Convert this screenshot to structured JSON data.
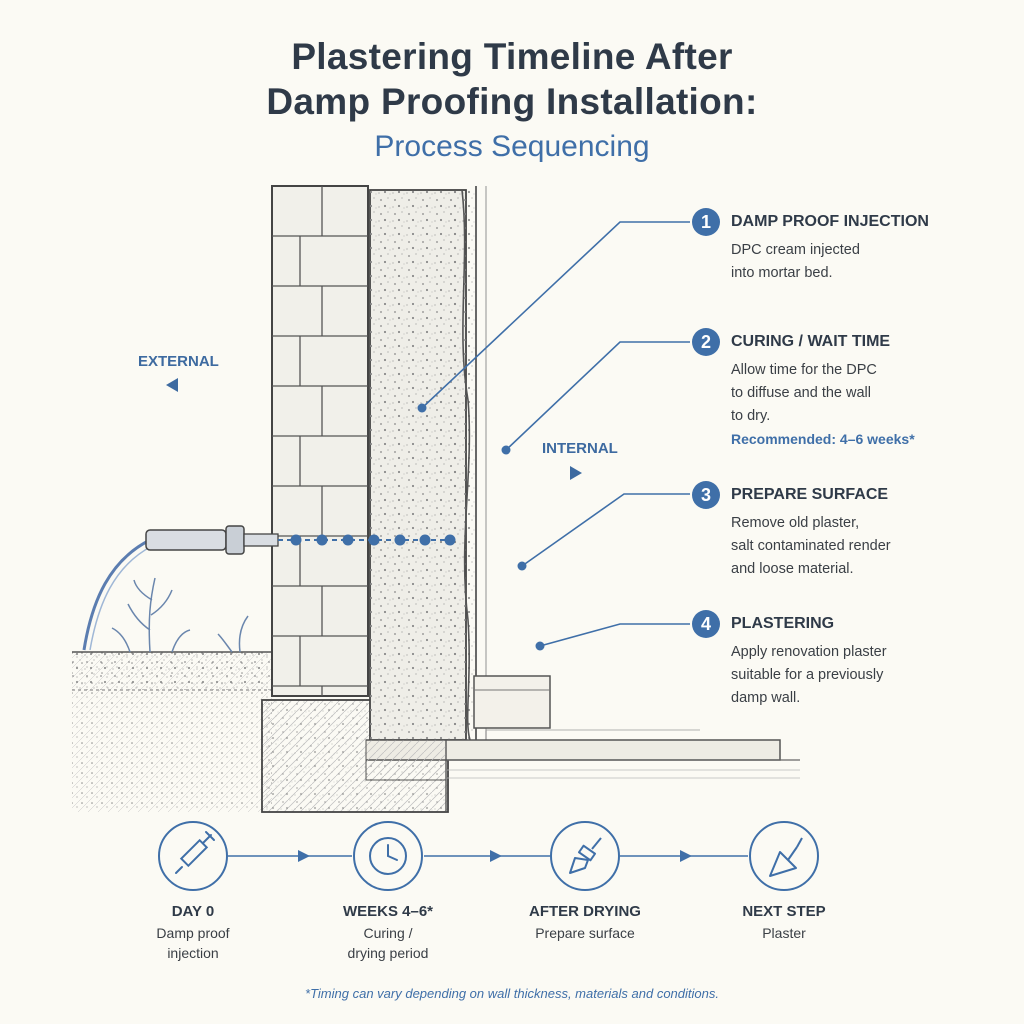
{
  "title": {
    "line1": "Plastering Timeline After",
    "line2": "Damp Proofing Installation:",
    "subtitle": "Process Sequencing"
  },
  "labels": {
    "external": "EXTERNAL",
    "internal": "INTERNAL"
  },
  "steps": [
    {
      "number": "1",
      "title": "DAMP PROOF INJECTION",
      "lines": [
        "DPC cream injected",
        "into mortar bed."
      ]
    },
    {
      "number": "2",
      "title": "CURING / WAIT TIME",
      "lines": [
        "Allow time for the DPC",
        "to diffuse and the wall",
        "to dry."
      ],
      "note": "Recommended: 4–6 weeks*"
    },
    {
      "number": "3",
      "title": "PREPARE SURFACE",
      "lines": [
        "Remove old plaster,",
        "salt contaminated render",
        "and loose material."
      ]
    },
    {
      "number": "4",
      "title": "PLASTERING",
      "lines": [
        "Apply renovation plaster",
        "suitable for a previously",
        "damp wall."
      ]
    }
  ],
  "timeline": [
    {
      "icon": "syringe-icon",
      "label": "DAY 0",
      "lines": [
        "Damp proof",
        "injection"
      ]
    },
    {
      "icon": "clock-icon",
      "label": "WEEKS 4–6*",
      "lines": [
        "Curing /",
        "drying period"
      ]
    },
    {
      "icon": "paintbrush-icon",
      "label": "AFTER DRYING",
      "lines": [
        "Prepare surface"
      ]
    },
    {
      "icon": "trowel-icon",
      "label": "NEXT STEP",
      "lines": [
        "Plaster"
      ]
    }
  ],
  "footnote": "*Timing can vary depending on wall thickness, materials and conditions.",
  "colors": {
    "accent": "#3f6fa8",
    "text": "#2f3a48",
    "background": "#fbfaf4",
    "sketch": "#4a4a4a"
  }
}
